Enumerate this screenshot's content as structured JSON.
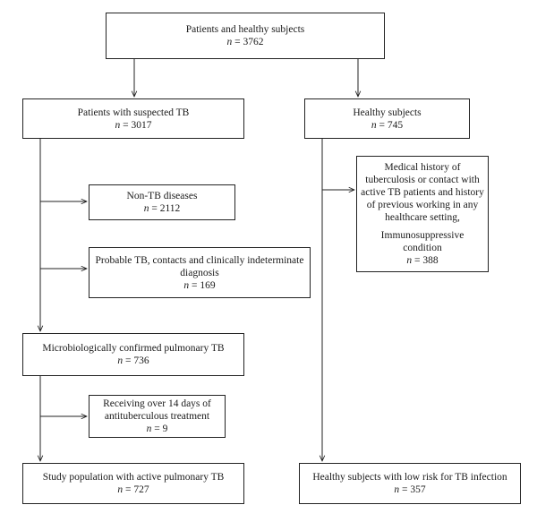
{
  "boxes": {
    "total": {
      "label": "Patients and healthy subjects",
      "n": "3762"
    },
    "suspected": {
      "label": "Patients with suspected TB",
      "n": "3017"
    },
    "healthy": {
      "label": "Healthy subjects",
      "n": "745"
    },
    "non_tb": {
      "label": "Non-TB diseases",
      "n": "2112"
    },
    "probable": {
      "label": "Probable TB, contacts and clinically indeterminate diagnosis",
      "n": "169"
    },
    "confirmed": {
      "label": "Microbiologically confirmed pulmonary TB",
      "n": "736"
    },
    "receiving": {
      "label": "Receiving over 14 days of antituberculous treatment",
      "n": "9"
    },
    "study": {
      "label": "Study population with active pulmonary TB",
      "n": "727"
    },
    "excluded_healthy": {
      "label": "Medical history of tuberculosis or contact with active TB patients and history of previous working in any healthcare setting,",
      "label2": "Immunosuppressive condition",
      "n": "388"
    },
    "low_risk": {
      "label": "Healthy subjects with low risk for TB infection",
      "n": "357"
    }
  },
  "n_prefix": "n",
  "n_equals": " = "
}
